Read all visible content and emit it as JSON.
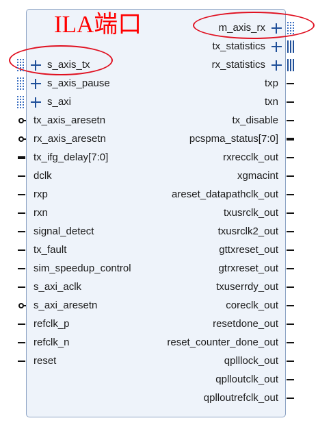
{
  "title": "ILA端口",
  "left_bus_ports": [
    "s_axis_tx",
    "s_axis_pause",
    "s_axi"
  ],
  "left_ports": [
    "tx_axis_aresetn",
    "rx_axis_aresetn",
    "tx_ifg_delay[7:0]",
    "dclk",
    "rxp",
    "rxn",
    "signal_detect",
    "tx_fault",
    "sim_speedup_control",
    "s_axi_aclk",
    "s_axi_aresetn",
    "refclk_p",
    "refclk_n",
    "reset"
  ],
  "right_bus_ports": [
    "m_axis_rx",
    "tx_statistics",
    "rx_statistics"
  ],
  "right_ports": [
    "txp",
    "txn",
    "tx_disable",
    "pcspma_status[7:0]",
    "rxrecclk_out",
    "xgmacint",
    "areset_datapathclk_out",
    "txusrclk_out",
    "txusrclk2_out",
    "gttxreset_out",
    "gtrxreset_out",
    "txuserrdy_out",
    "coreclk_out",
    "resetdone_out",
    "reset_counter_done_out",
    "qplllock_out",
    "qplloutclk_out",
    "qplloutrefclk_out"
  ],
  "colors": {
    "annotation": "#ff0000",
    "bus_icon": "#1f4f99",
    "block_fill": "#eef3fa",
    "block_border": "#8da3c4"
  }
}
